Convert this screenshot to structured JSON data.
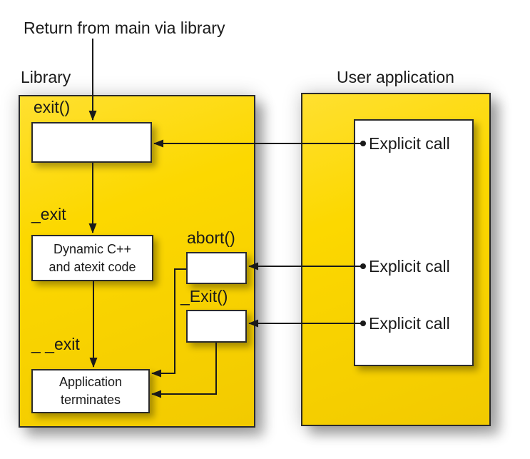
{
  "diagram": {
    "top_annotation": "Return from main via library",
    "library": {
      "title": "Library",
      "exit_label": "exit()",
      "underscore_exit_label": "_exit",
      "double_underscore_exit_label": "_ _exit",
      "abort_label": "abort()",
      "capital_exit_label": "_Exit()",
      "dynamic_box_line1": "Dynamic C++",
      "dynamic_box_line2": "and atexit code",
      "terminates_box_line1": "Application",
      "terminates_box_line2": "terminates"
    },
    "user_application": {
      "title": "User application",
      "explicit_call_1": "Explicit call",
      "explicit_call_2": "Explicit call",
      "explicit_call_3": "Explicit call"
    },
    "colors": {
      "panel_yellow": "#fcd800",
      "box_border": "#2b2b2b",
      "line_black": "#1a1a1a"
    }
  }
}
